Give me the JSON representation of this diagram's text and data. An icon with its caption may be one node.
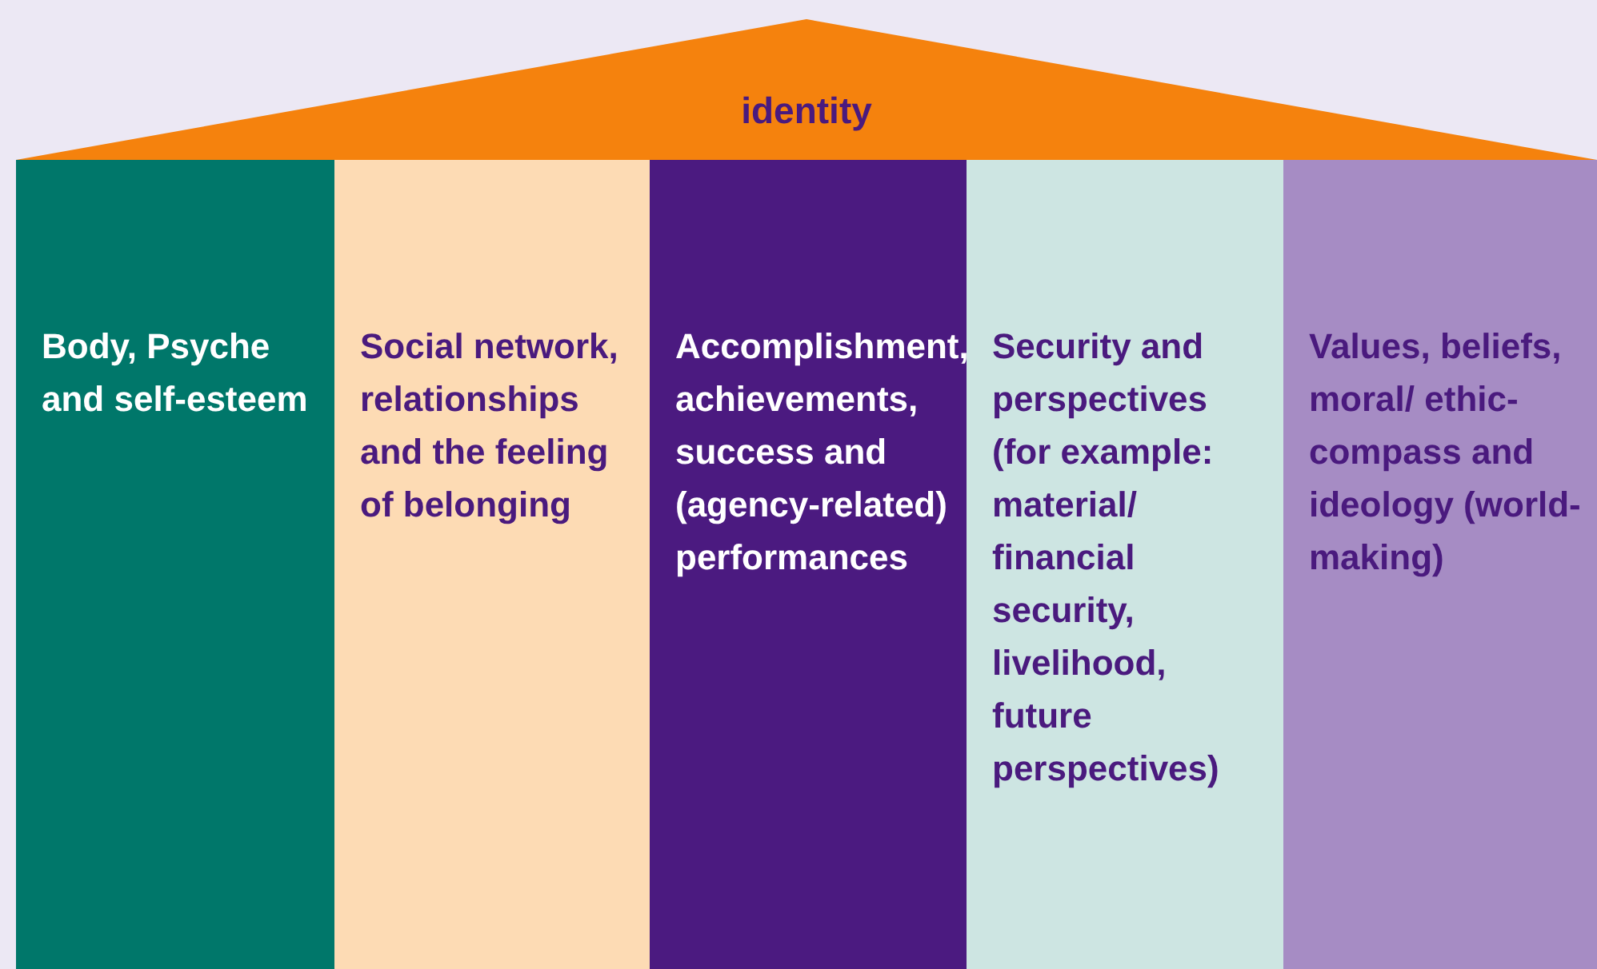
{
  "diagram": {
    "nodes": [
      {
        "text": [
          "identity"
        ]
      },
      {
        "text": [
          "Body, Psyche and self-esteem"
        ]
      },
      {
        "text": [
          "Social network, relationships and the feeling of belonging"
        ]
      },
      {
        "text": [
          "Accomplishment, achievements, success and (agency-related) performances"
        ]
      },
      {
        "text": [
          "Security and perspectives (for example: material/ financial security, livelihood, future perspectives)"
        ]
      },
      {
        "text": [
          "Values, beliefs, moral/ ethic-compass and ideology (world-making)"
        ]
      }
    ]
  }
}
